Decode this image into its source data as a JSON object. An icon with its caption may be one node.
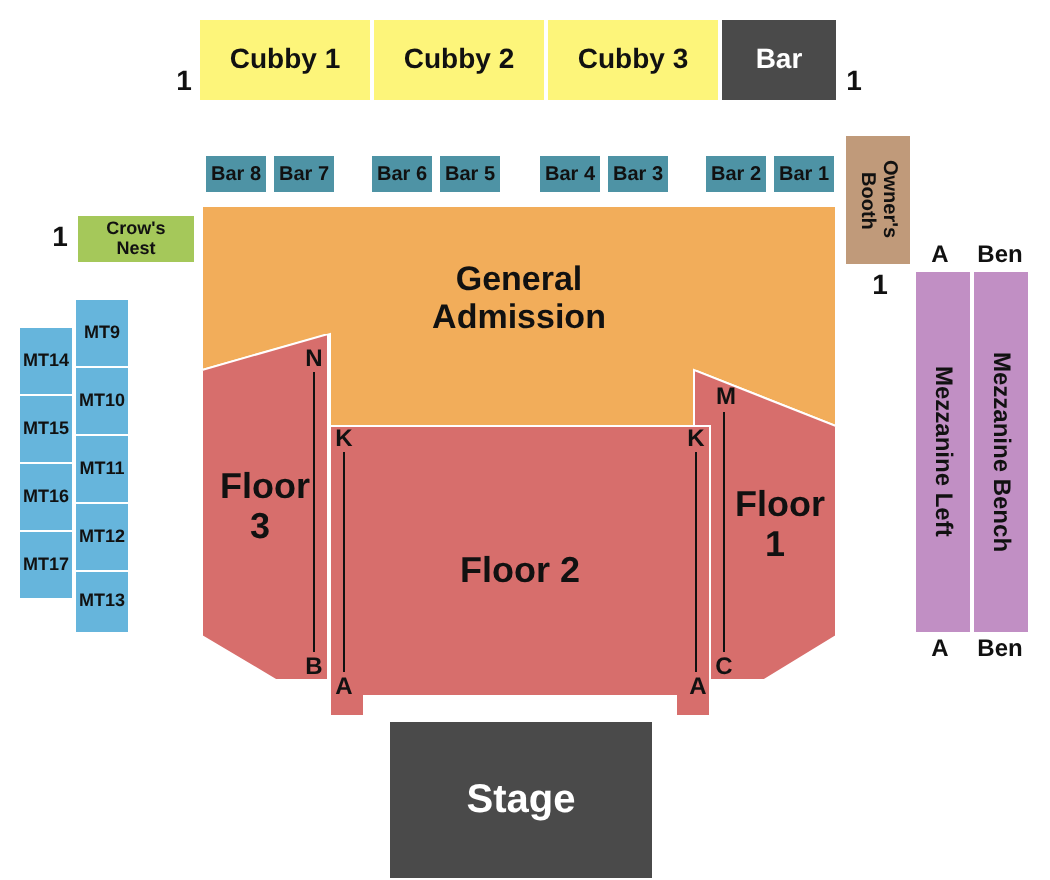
{
  "diagram": {
    "nodes": [
      {
        "text": [
          "Cubby 1"
        ]
      },
      {
        "text": [
          "Cubby 2"
        ]
      },
      {
        "text": [
          "Cubby 3"
        ]
      },
      {
        "text": [
          "Bar"
        ]
      },
      {
        "text": [
          "Bar 8"
        ]
      },
      {
        "text": [
          "Bar 7"
        ]
      },
      {
        "text": [
          "Bar 6"
        ]
      },
      {
        "text": [
          "Bar 5"
        ]
      },
      {
        "text": [
          "Bar 4"
        ]
      },
      {
        "text": [
          "Bar 3"
        ]
      },
      {
        "text": [
          "Bar 2"
        ]
      },
      {
        "text": [
          "Bar 1"
        ]
      },
      {
        "text": [
          "Owner's Booth"
        ]
      },
      {
        "text": [
          "Crow's Nest"
        ]
      },
      {
        "text": [
          "General Admission"
        ]
      },
      {
        "text": [
          "MT9"
        ]
      },
      {
        "text": [
          "MT14"
        ]
      },
      {
        "text": [
          "MT10"
        ]
      },
      {
        "text": [
          "MT15"
        ]
      },
      {
        "text": [
          "MT11"
        ]
      },
      {
        "text": [
          "MT16"
        ]
      },
      {
        "text": [
          "MT12"
        ]
      },
      {
        "text": [
          "MT17"
        ]
      },
      {
        "text": [
          "MT13"
        ]
      },
      {
        "text": [
          "Floor 3"
        ]
      },
      {
        "text": [
          "Floor 2"
        ]
      },
      {
        "text": [
          "Floor 1"
        ]
      },
      {
        "text": [
          "Mezzanine Left"
        ]
      },
      {
        "text": [
          "Mezzanine Bench"
        ]
      },
      {
        "text": [
          "Stage"
        ]
      }
    ],
    "labels": [
      "1",
      "1",
      "1",
      "A",
      "Ben",
      "1",
      "N",
      "M",
      "K",
      "K",
      "A",
      "Ben",
      "B",
      "C",
      "A",
      "A"
    ]
  }
}
